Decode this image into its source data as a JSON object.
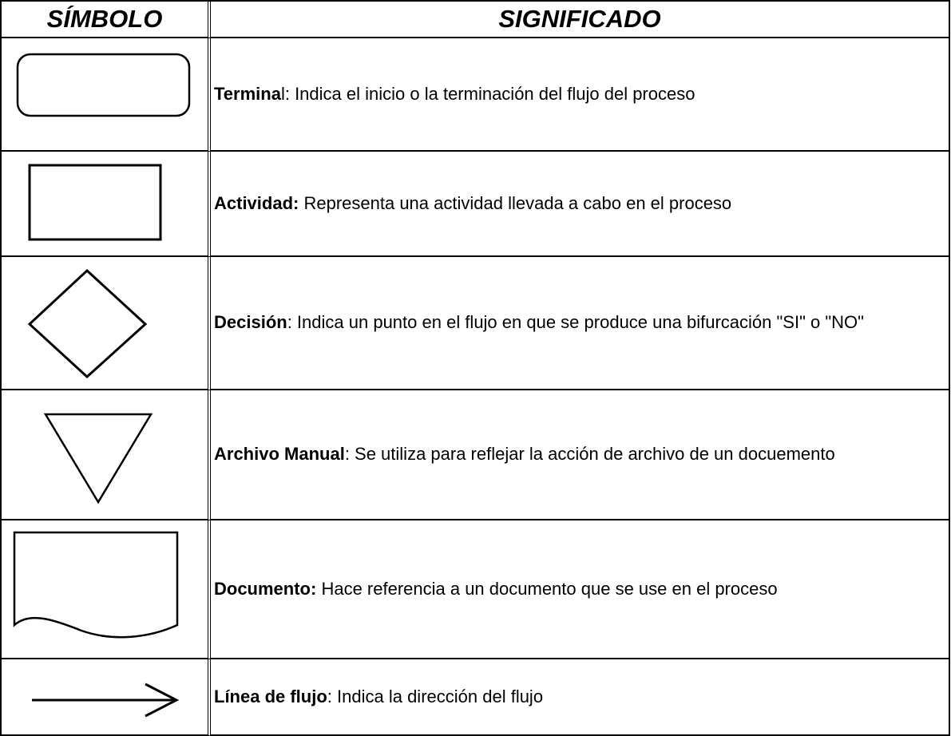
{
  "table": {
    "header": {
      "symbol": "SÍMBOLO",
      "meaning": "SIGNIFICADO"
    },
    "rows": [
      {
        "symbol_icon": "terminal-rounded-rect-icon",
        "term": "Termina",
        "term_rest": "l",
        "description": ": Indica el inicio o la terminación del flujo del proceso"
      },
      {
        "symbol_icon": "activity-rectangle-icon",
        "term": "Actividad:",
        "term_rest": "",
        "description": " Representa una actividad llevada a cabo en el proceso"
      },
      {
        "symbol_icon": "decision-diamond-icon",
        "term": "Decisión",
        "term_rest": "",
        "description": ": Indica un punto en el flujo en que se produce una bifurcación \"SI\" o \"NO\""
      },
      {
        "symbol_icon": "manual-file-triangle-icon",
        "term": "Archivo Manual",
        "term_rest": "",
        "description": ": Se utiliza para reflejar la acción de archivo de un docuemento"
      },
      {
        "symbol_icon": "document-wave-icon",
        "term": "Documento:",
        "term_rest": "",
        "description": " Hace referencia a un documento que se use en el proceso"
      },
      {
        "symbol_icon": "flow-line-arrow-icon",
        "term": "Línea de flujo",
        "term_rest": "",
        "description": ": Indica la dirección del flujo"
      }
    ]
  }
}
